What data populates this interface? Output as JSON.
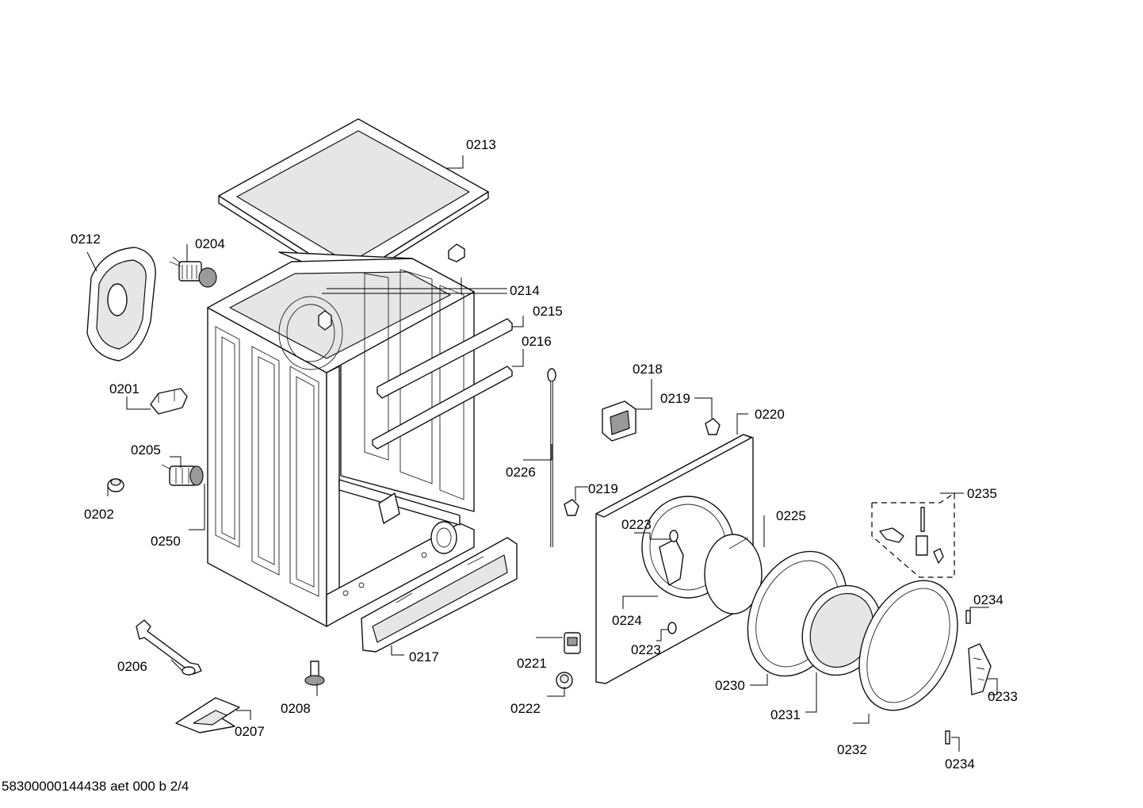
{
  "labels": {
    "p0201": "0201",
    "p0202": "0202",
    "p0204": "0204",
    "p0205": "0205",
    "p0206": "0206",
    "p0207": "0207",
    "p0208": "0208",
    "p0212": "0212",
    "p0213": "0213",
    "p0214": "0214",
    "p0215": "0215",
    "p0216": "0216",
    "p0217": "0217",
    "p0218": "0218",
    "p0219a": "0219",
    "p0219b": "0219",
    "p0220": "0220",
    "p0221": "0221",
    "p0222": "0222",
    "p0223a": "0223",
    "p0223b": "0223",
    "p0224": "0224",
    "p0225": "0225",
    "p0226": "0226",
    "p0230": "0230",
    "p0231": "0231",
    "p0232": "0232",
    "p0233": "0233",
    "p0234a": "0234",
    "p0234b": "0234",
    "p0235": "0235",
    "p0250": "0250"
  },
  "footer": {
    "doc_id": "58300000144438 aet 000 b 2/4"
  }
}
